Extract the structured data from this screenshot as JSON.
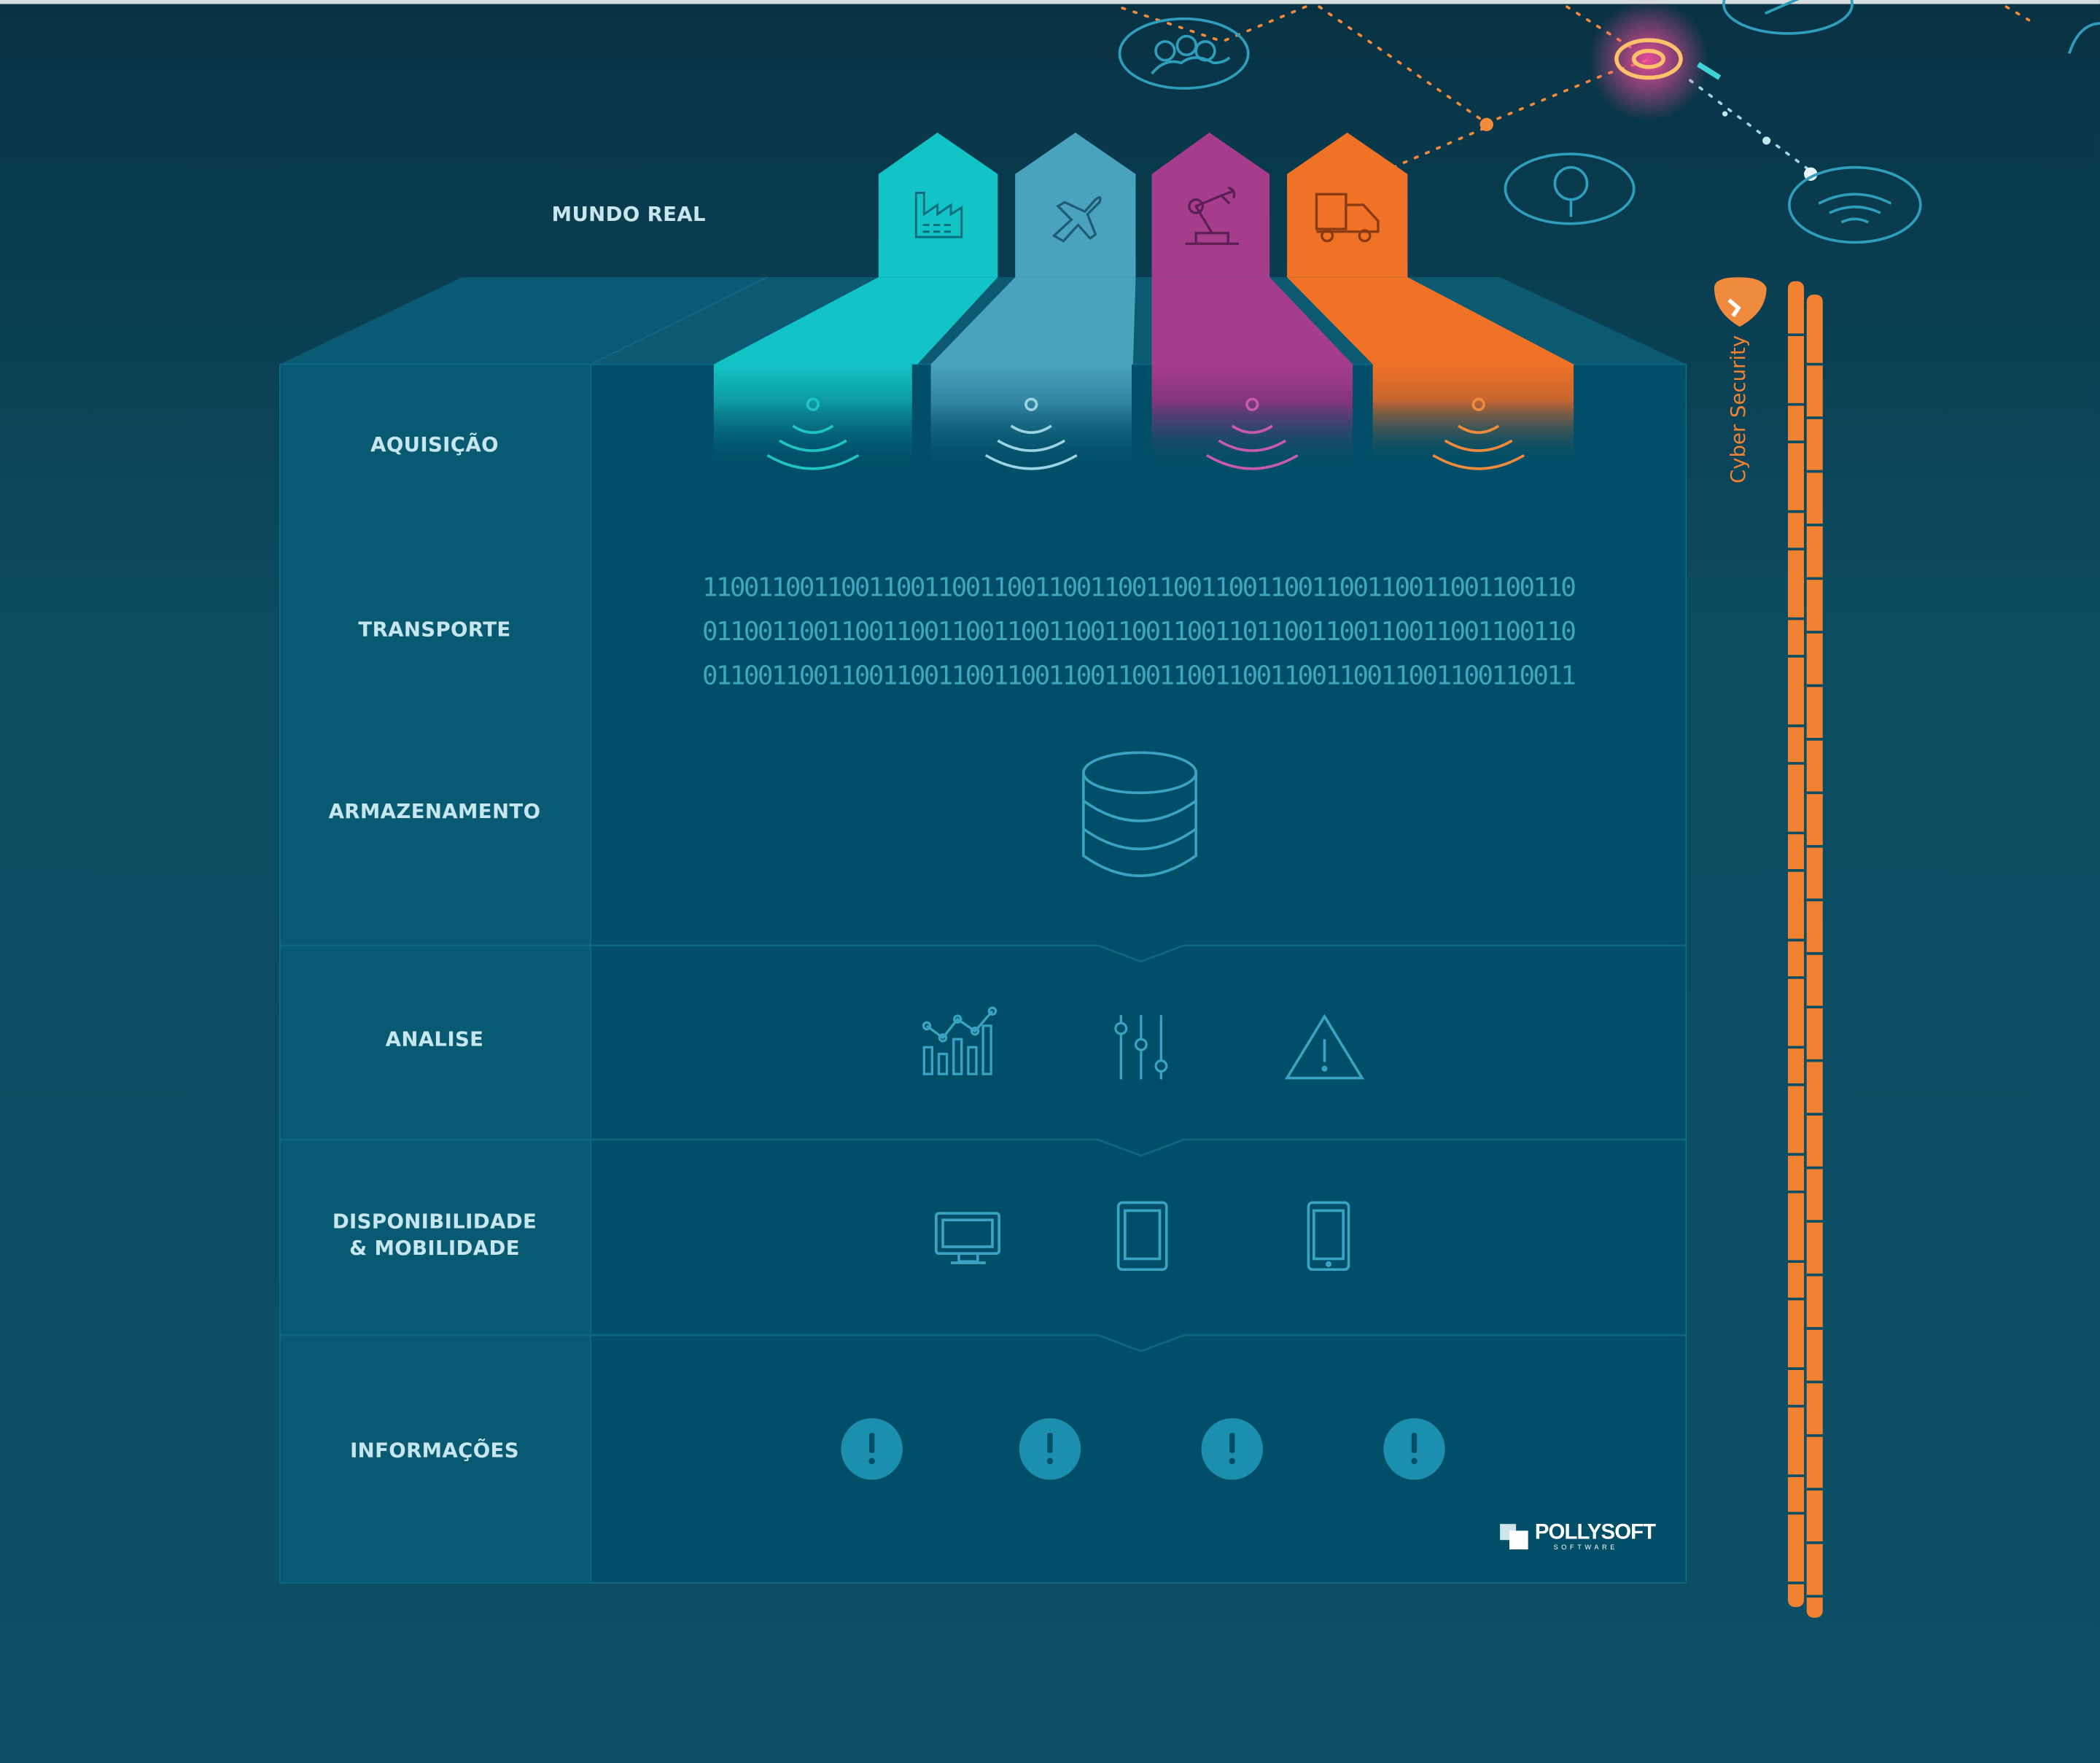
{
  "diagram": {
    "top_label": "MUNDO REAL",
    "layers": [
      {
        "label": "AQUISIÇÃO"
      },
      {
        "label": "TRANSPORTE"
      },
      {
        "label": "ARMAZENAMENTO"
      },
      {
        "label": "ANALISE"
      },
      {
        "label": "DISPONIBILIDADE\n& MOBILIDADE"
      },
      {
        "label": "INFORMAÇÕES"
      }
    ],
    "binary_lines": [
      "110011001100110011001100110011001100110011001100110011001100110",
      "011001100110011001100110011001100110011011001100110011001100110",
      "011001100110011001100110011001100110011001100110011001100110011"
    ],
    "side_label": "Cyber Security",
    "brand": {
      "name": "POLLYSOFT",
      "tagline": "SOFTWARE"
    },
    "sources": [
      {
        "icon": "factory-icon",
        "color": "#12c4c6"
      },
      {
        "icon": "airplane-icon",
        "color": "#3f9ab6"
      },
      {
        "icon": "robot-arm-icon",
        "color": "#a63d8c"
      },
      {
        "icon": "truck-icon",
        "color": "#f07226"
      }
    ],
    "analysis_icons": [
      "line-bar-chart-icon",
      "sliders-icon",
      "warning-triangle-icon"
    ],
    "device_icons": [
      "monitor-icon",
      "tablet-icon",
      "smartphone-icon"
    ],
    "info_icons": [
      "alert-icon",
      "alert-icon",
      "alert-icon",
      "alert-icon"
    ],
    "network_icons": [
      "group-icon",
      "location-pin-icon",
      "target-icon",
      "wifi-icon",
      "link-icon"
    ],
    "colors": {
      "background": "#0d4d64",
      "panel": "#004e67",
      "teal": "#12c4c6",
      "blue": "#3f9ab6",
      "magenta": "#a63d8c",
      "orange": "#f07226",
      "icon_stroke": "#3ba3c2"
    }
  }
}
